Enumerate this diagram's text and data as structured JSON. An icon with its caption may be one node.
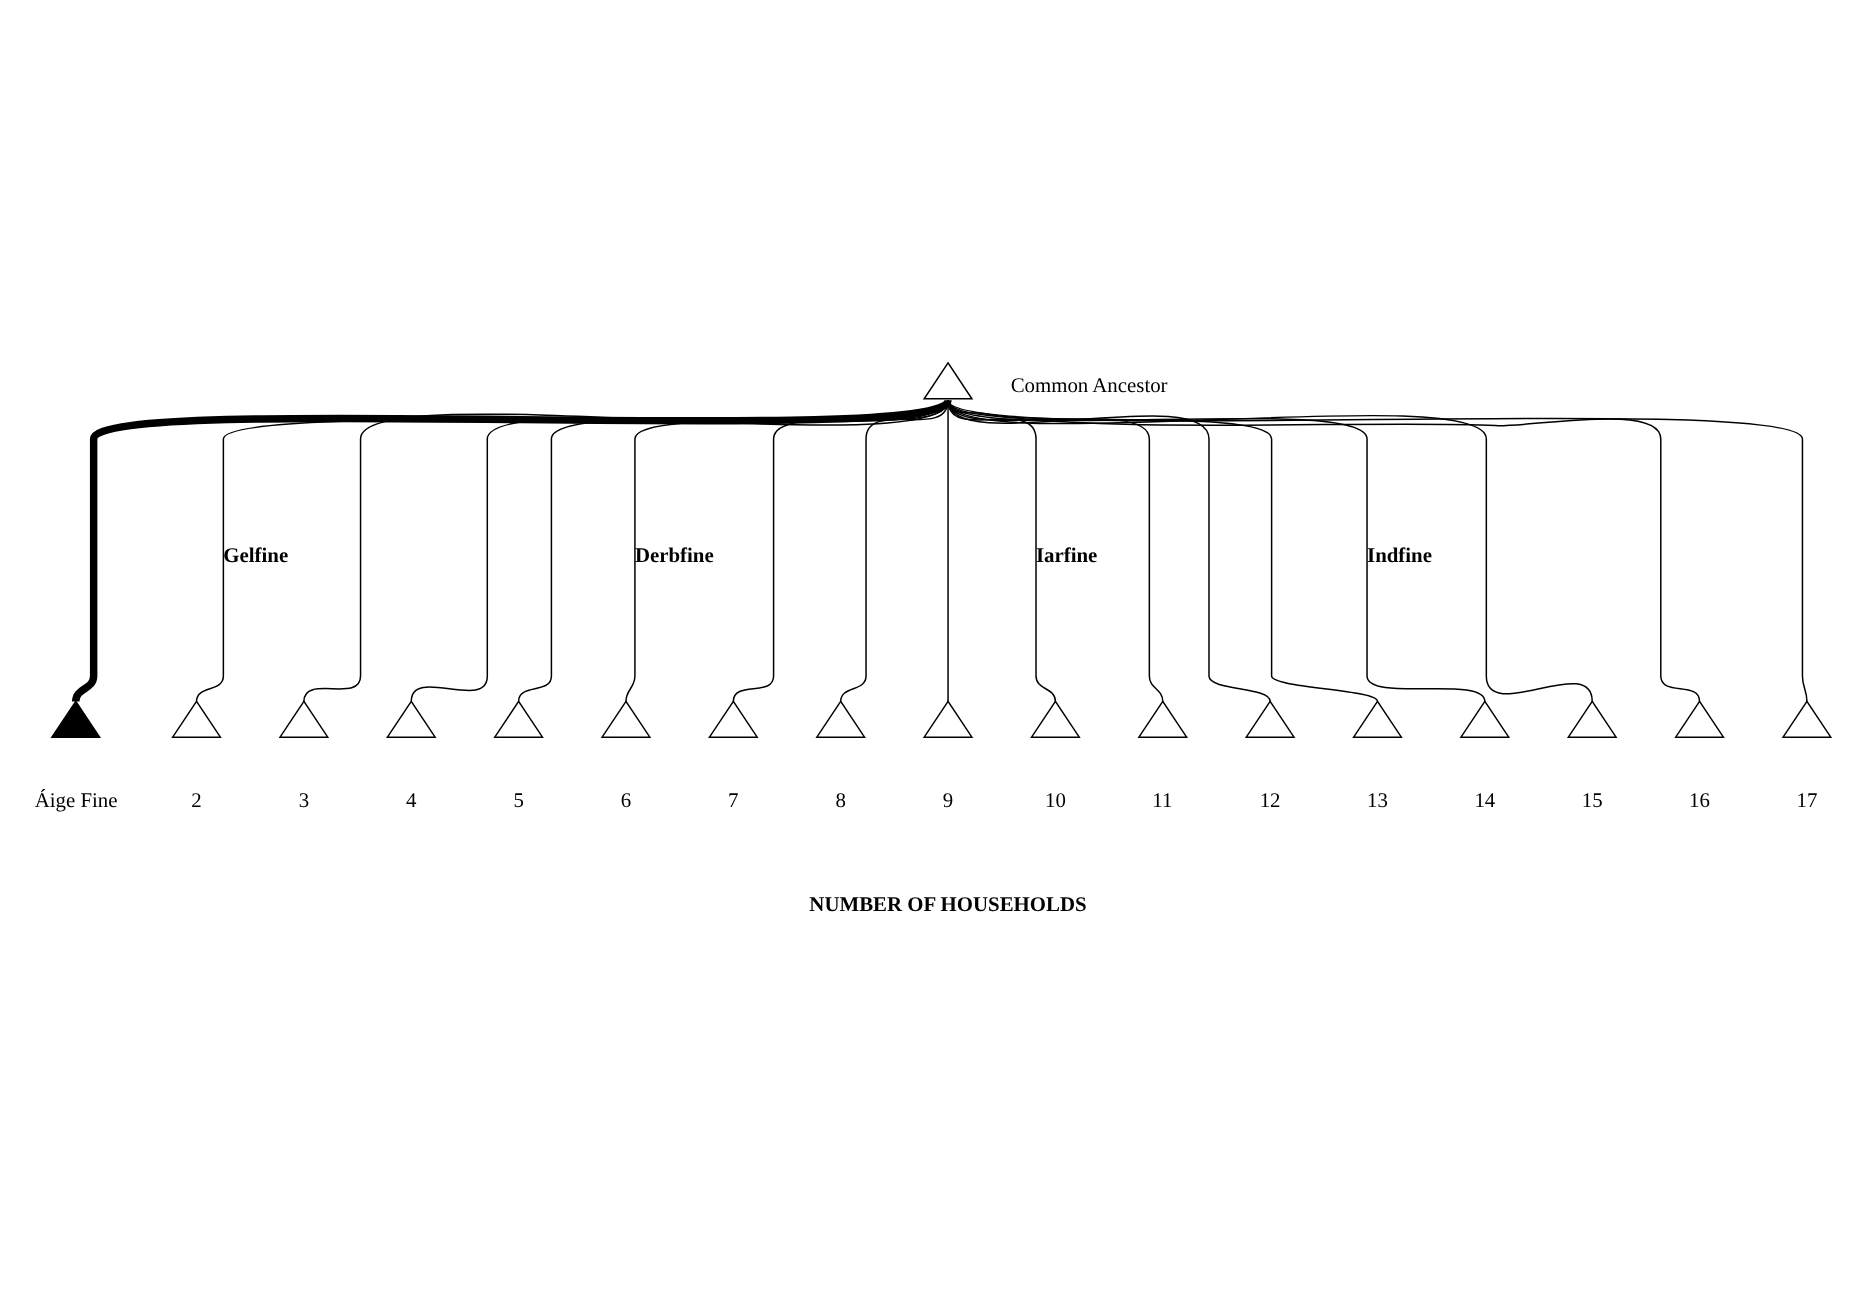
{
  "diagram": {
    "nodes": [
      {
        "text": [],
        "shape": "triangle",
        "beside": [
          "Common Ancestor"
        ]
      },
      {
        "text": [],
        "shape": "triangle",
        "beside": [
          "Áige Fine"
        ]
      },
      {
        "text": [],
        "shape": "triangle",
        "beside": [
          "2"
        ]
      },
      {
        "text": [],
        "shape": "triangle",
        "beside": [
          "3"
        ]
      },
      {
        "text": [],
        "shape": "triangle",
        "beside": [
          "4"
        ]
      },
      {
        "text": [],
        "shape": "triangle",
        "beside": [
          "5"
        ]
      },
      {
        "text": [],
        "shape": "triangle",
        "beside": [
          "6"
        ]
      },
      {
        "text": [],
        "shape": "triangle",
        "beside": [
          "7"
        ]
      },
      {
        "text": [],
        "shape": "triangle",
        "beside": [
          "8"
        ]
      },
      {
        "text": [],
        "shape": "triangle",
        "beside": [
          "9"
        ]
      },
      {
        "text": [],
        "shape": "triangle",
        "beside": [
          "10"
        ]
      },
      {
        "text": [],
        "shape": "triangle",
        "beside": [
          "11"
        ]
      },
      {
        "text": [],
        "shape": "triangle",
        "beside": [
          "12"
        ]
      },
      {
        "text": [],
        "shape": "triangle",
        "beside": [
          "13"
        ]
      },
      {
        "text": [],
        "shape": "triangle",
        "beside": [
          "14"
        ]
      },
      {
        "text": [],
        "shape": "triangle",
        "beside": [
          "15"
        ]
      },
      {
        "text": [],
        "shape": "triangle",
        "beside": [
          "16"
        ]
      },
      {
        "text": [],
        "shape": "triangle",
        "beside": [
          "17"
        ]
      }
    ],
    "edges": [
      {
        "from": 0,
        "to": 1,
        "arrow": "none",
        "style": "thick"
      },
      {
        "from": 0,
        "to": 2,
        "arrow": "none",
        "label": "Gelfine"
      },
      {
        "from": 0,
        "to": 3,
        "arrow": "none"
      },
      {
        "from": 0,
        "to": 4,
        "arrow": "none"
      },
      {
        "from": 0,
        "to": 5,
        "arrow": "none"
      },
      {
        "from": 0,
        "to": 6,
        "arrow": "none",
        "label": "Derbfine"
      },
      {
        "from": 0,
        "to": 7,
        "arrow": "none"
      },
      {
        "from": 0,
        "to": 8,
        "arrow": "none"
      },
      {
        "from": 0,
        "to": 9,
        "arrow": "none"
      },
      {
        "from": 0,
        "to": 10,
        "arrow": "none",
        "label": "Iarfine"
      },
      {
        "from": 0,
        "to": 11,
        "arrow": "none"
      },
      {
        "from": 0,
        "to": 12,
        "arrow": "none"
      },
      {
        "from": 0,
        "to": 13,
        "arrow": "none"
      },
      {
        "from": 0,
        "to": 14,
        "arrow": "none",
        "label": "Indfine"
      },
      {
        "from": 0,
        "to": 15,
        "arrow": "none"
      },
      {
        "from": 0,
        "to": 16,
        "arrow": "none"
      },
      {
        "from": 0,
        "to": 17,
        "arrow": "none"
      }
    ],
    "labels": [
      "NUMBER OF HOUSEHOLDS"
    ]
  }
}
